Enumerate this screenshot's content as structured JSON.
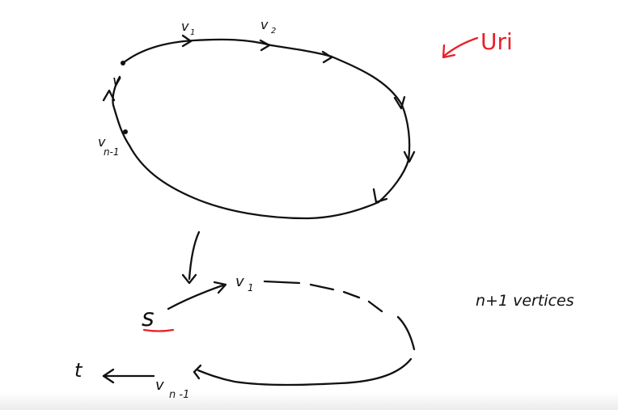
{
  "cycle_graph": {
    "vertex_labels": {
      "v_start": "v",
      "v1": "v",
      "v1_sub": "1",
      "v2": "v",
      "v2_sub": "2",
      "vn1": "v",
      "vn1_sub": "n-1"
    }
  },
  "annotation": {
    "text": "Uri",
    "color": "#e8202a"
  },
  "path_graph": {
    "s_label": "s",
    "v1": "v",
    "v1_sub": "1",
    "vn1": "v",
    "vn1_sub": "n -1",
    "t_label": "t",
    "vertex_count_note": "n+1  vertices"
  },
  "colors": {
    "ink": "#111111",
    "accent": "#e8202a",
    "background": "#ffffff"
  }
}
